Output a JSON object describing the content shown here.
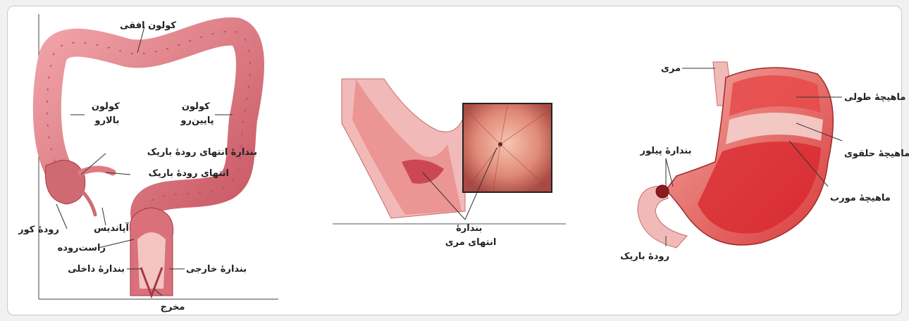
{
  "colors": {
    "tissue": "#d9707a",
    "tissue_dark": "#a33a45",
    "tissue_light": "#f2b9b9",
    "muscle": "#e0323a",
    "lining": "#f6d2cf",
    "endo_inner": "#d8665c",
    "frame_border": "#c9c9c9"
  },
  "panels": {
    "colon": {
      "labels": {
        "transverse": "کولون افقی",
        "ascending": "کولون\nبالارو",
        "descending": "کولون\nپایین‌رو",
        "ileocecal_sphincter": "بندارهٔ انتهای رودهٔ باریک",
        "ileum_end": "انتهای رودهٔ باریک",
        "cecum": "رودهٔ کور",
        "appendix": "آپاندیس",
        "rectum": "راست‌روده",
        "internal_sphincter": "بندارهٔ داخلی",
        "external_sphincter": "بندارهٔ خارجی",
        "anus": "مخرج"
      }
    },
    "esophagus": {
      "labels": {
        "sphincter": "بندارهٔ\nانتهای مری"
      }
    },
    "stomach": {
      "labels": {
        "esophagus": "مری",
        "longitudinal_muscle": "ماهیچهٔ طولی",
        "circular_muscle": "ماهیچهٔ حلقوی",
        "oblique_muscle": "ماهیچهٔ مورب",
        "pyloric_sphincter": "بندارهٔ پیلور",
        "small_intestine": "رودهٔ باریک"
      }
    }
  }
}
